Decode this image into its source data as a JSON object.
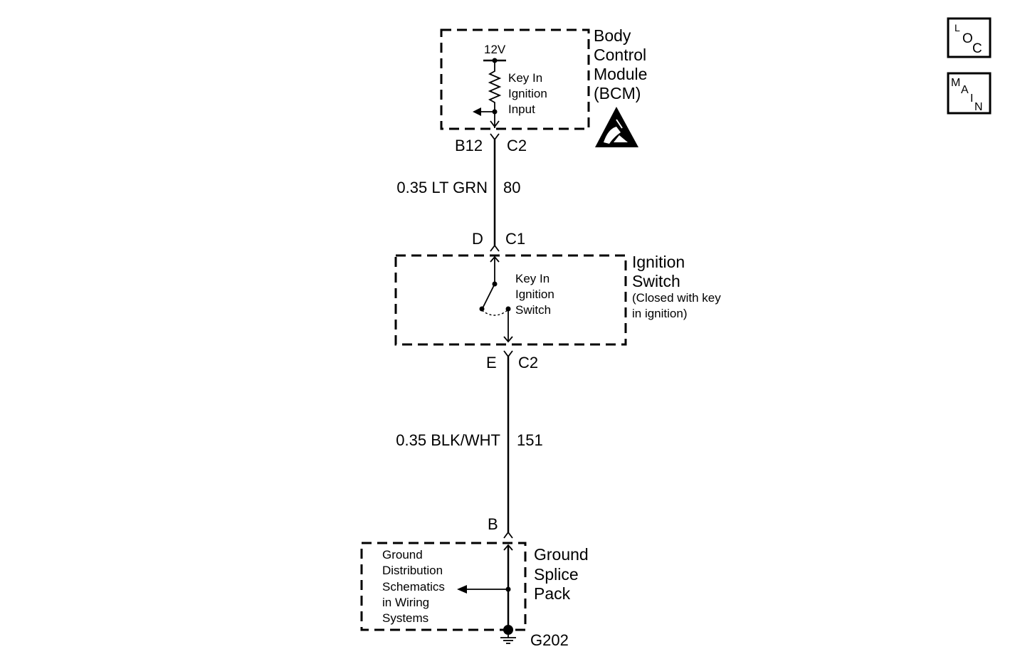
{
  "bcm": {
    "label_lines": [
      "Body",
      "Control",
      "Module",
      "(BCM)"
    ],
    "voltage": "12V",
    "input_lines": [
      "Key In",
      "Ignition",
      "Input"
    ],
    "pin": "B12",
    "connector": "C2"
  },
  "wire_upper": {
    "gauge_color": "0.35 LT GRN",
    "circuit": "80"
  },
  "ignition_switch": {
    "top_pin": "D",
    "top_connector": "C1",
    "label_lines": [
      "Ignition",
      "Switch"
    ],
    "note_lines": [
      "(Closed with key",
      "in ignition)"
    ],
    "switch_lines": [
      "Key In",
      "Ignition",
      "Switch"
    ],
    "bottom_pin": "E",
    "bottom_connector": "C2"
  },
  "wire_lower": {
    "gauge_color": "0.35 BLK/WHT",
    "circuit": "151"
  },
  "ground_splice": {
    "pin": "B",
    "label_lines": [
      "Ground",
      "Splice",
      "Pack"
    ],
    "ref_lines": [
      "Ground",
      "Distribution",
      "Schematics",
      "in Wiring",
      "Systems"
    ],
    "ground": "G202"
  },
  "nav": {
    "loc": [
      "L",
      "O",
      "C"
    ],
    "main": [
      "M",
      "A",
      "I",
      "N"
    ]
  }
}
